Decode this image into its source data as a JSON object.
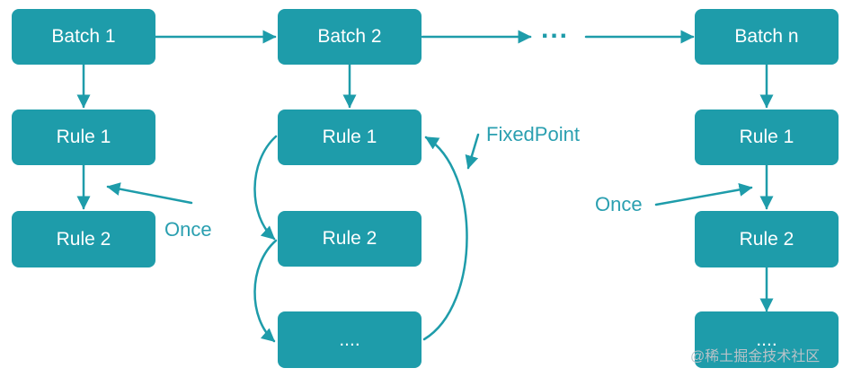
{
  "colors": {
    "node_fill": "#1e9caa",
    "arrow": "#1e9caa",
    "label": "#2a9fb0"
  },
  "batches": [
    {
      "title": "Batch 1",
      "rules": [
        "Rule 1",
        "Rule 2"
      ],
      "strategy": "Once"
    },
    {
      "title": "Batch 2",
      "rules": [
        "Rule 1",
        "Rule 2",
        "...."
      ],
      "strategy": "FixedPoint"
    },
    {
      "title": "Batch n",
      "rules": [
        "Rule 1",
        "Rule 2",
        "...."
      ],
      "strategy": "Once"
    }
  ],
  "between_batches": "...",
  "watermark": "@稀土掘金技术社区"
}
